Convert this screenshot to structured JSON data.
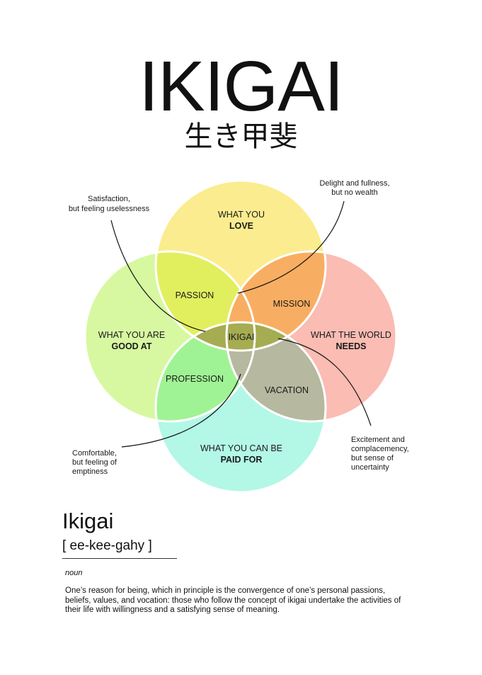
{
  "title": "IKIGAI",
  "subtitle_kanji": "生き甲斐",
  "colors": {
    "love": "#fbec8f",
    "good_at": "#d7f8a1",
    "world_needs": "#fabcb3",
    "paid_for": "#b3f7e7",
    "passion": "#e1ef5e",
    "mission": "#f8ae62",
    "profession": "#a0f394",
    "vacation": "#b6b89f",
    "center": "#a6ac52",
    "outline": "#ffffff"
  },
  "circles": {
    "love": {
      "line1": "WHAT YOU",
      "line2": "LOVE"
    },
    "good_at": {
      "line1": "WHAT YOU ARE",
      "line2": "GOOD AT"
    },
    "world": {
      "line1": "WHAT THE WORLD",
      "line2": "NEEDS"
    },
    "paid": {
      "line1": "WHAT YOU CAN BE",
      "line2": "PAID FOR"
    }
  },
  "overlaps": {
    "passion": "PASSION",
    "mission": "MISSION",
    "profession": "PROFESSION",
    "vacation": "VACATION",
    "center": "IKIGAI"
  },
  "annotations": {
    "top_left": [
      "Satisfaction,",
      "but feeling uselessness"
    ],
    "top_right": [
      "Delight and fullness,",
      "but no wealth"
    ],
    "bottom_left": [
      "Comfortable,",
      "but feeling of",
      "emptiness"
    ],
    "bottom_right": [
      "Excitement and",
      "complacemency,",
      "but sense of",
      "uncertainty"
    ]
  },
  "definition": {
    "word": "Ikigai",
    "pronunciation": "[ ee-kee-gahy ]",
    "part_of_speech": "noun",
    "text": "One’s reason for being, which in principle is the convergence of one’s personal passions, beliefs, values, and vocation: those who follow the concept of ikigai undertake the activities of their life with willingness and a satisfying sense of meaning."
  }
}
